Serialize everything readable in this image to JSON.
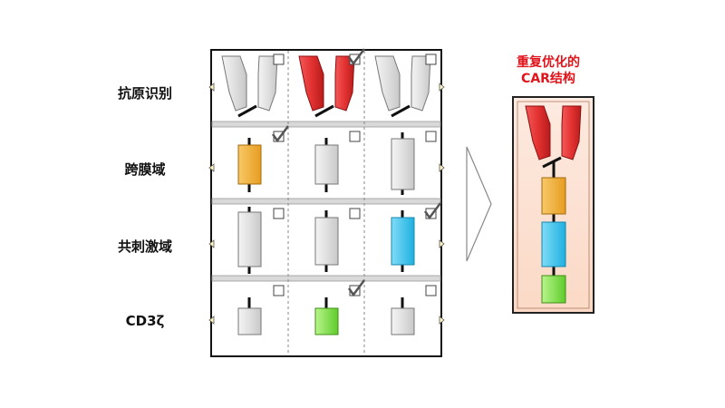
{
  "rows": [
    {
      "label": "抗原识别"
    },
    {
      "label": "跨膜域"
    },
    {
      "label": "共刺激域"
    },
    {
      "label": "CD3ζ"
    }
  ],
  "result": {
    "title_line1": "重复优化的",
    "title_line2": "CAR结构"
  },
  "colors": {
    "gray_fill": "#e2e2e2",
    "red": "#e8393b",
    "orange": "#f2b13a",
    "cyan": "#3cc6ee",
    "green": "#8ee35a",
    "result_bg": "#fde8dc",
    "result_border": "#222222"
  },
  "grid": {
    "selected": [
      {
        "row": "抗原识别",
        "column": 2
      },
      {
        "row": "跨膜域",
        "column": 1
      },
      {
        "row": "共刺激域",
        "column": 3
      },
      {
        "row": "CD3ζ",
        "column": 2
      }
    ]
  }
}
